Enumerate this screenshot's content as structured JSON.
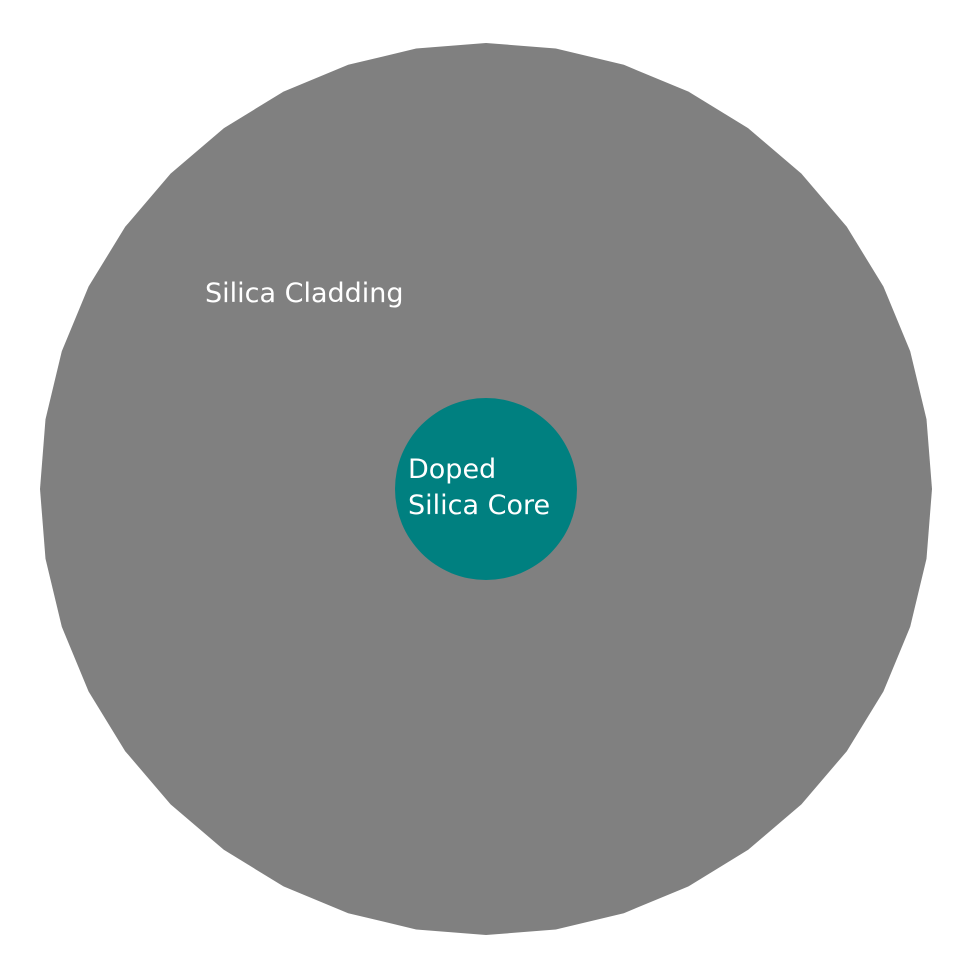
{
  "cladding": {
    "label": "Silica Cladding",
    "color": "#808080"
  },
  "core": {
    "label_line1": "Doped",
    "label_line2": "Silica Core",
    "color": "#008080"
  },
  "background_color": "#ffffff",
  "label_color": "#ffffff"
}
